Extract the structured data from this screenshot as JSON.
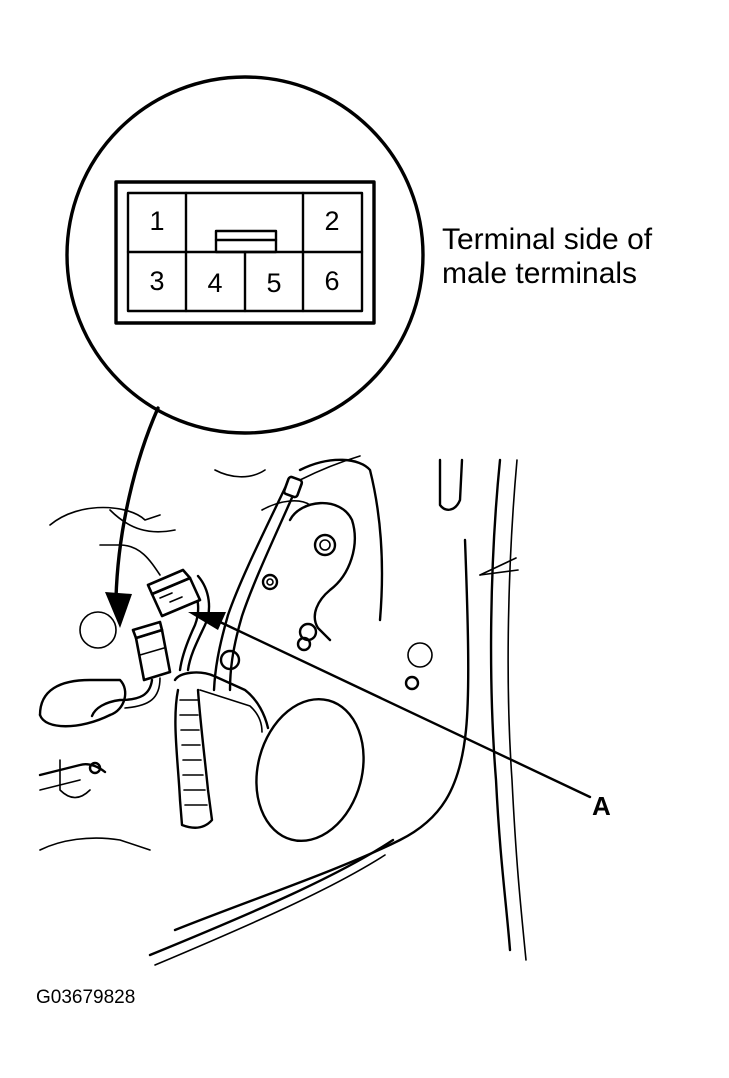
{
  "connector": {
    "pins": [
      "1",
      "2",
      "3",
      "4",
      "5",
      "6"
    ]
  },
  "caption": {
    "line1": "Terminal side of",
    "line2": "male terminals"
  },
  "callout_label": "A",
  "figure_id": "G03679828"
}
